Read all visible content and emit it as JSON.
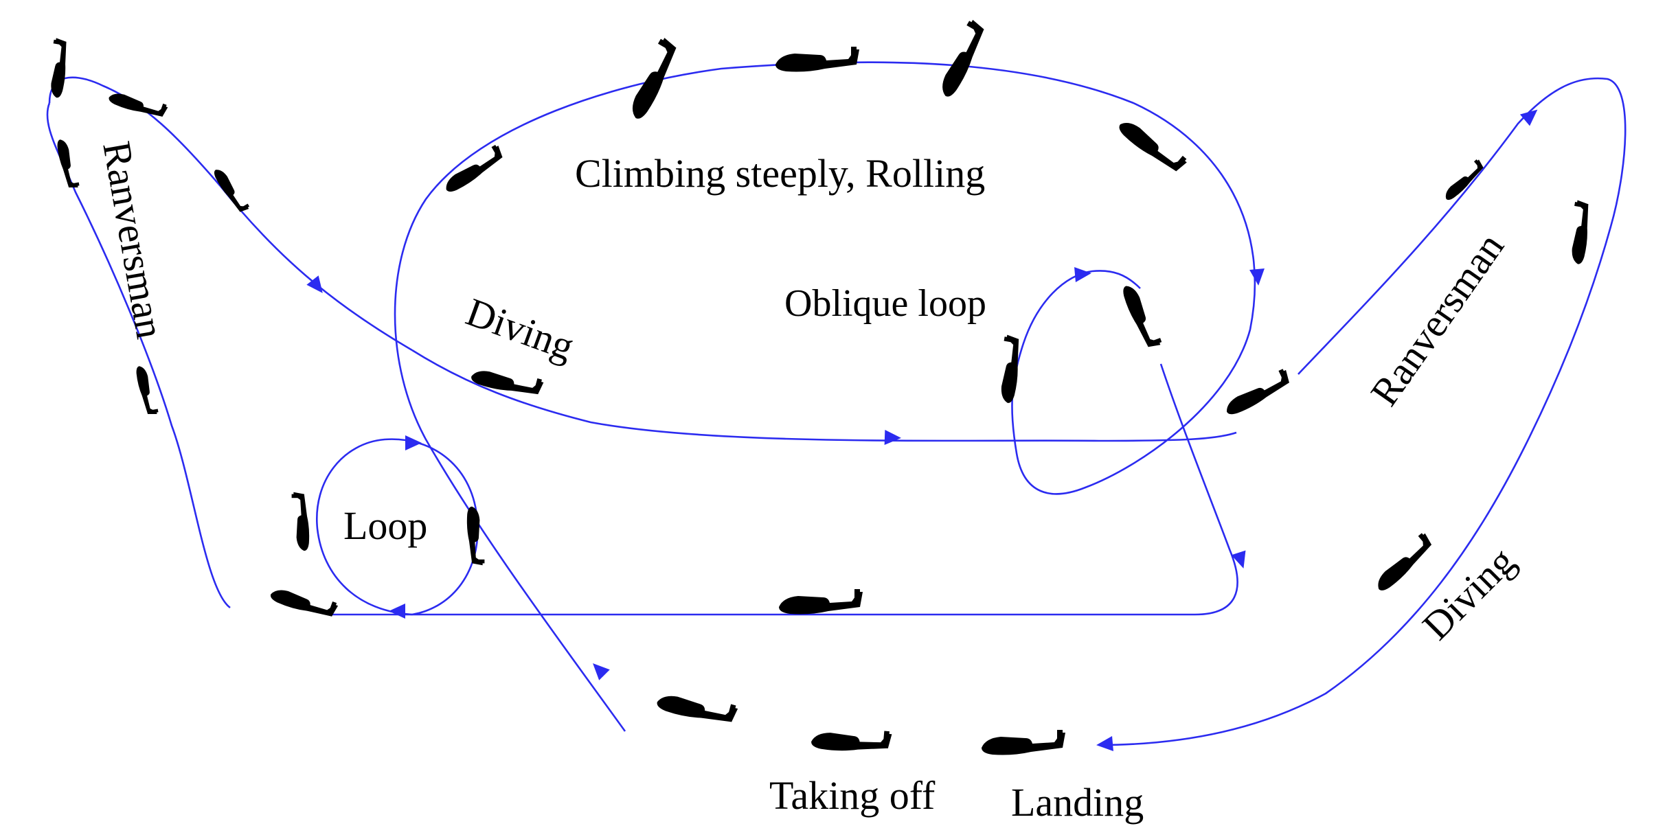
{
  "colors": {
    "path": "#2b2bf0",
    "text": "#000000",
    "helicopter": "#8a8a8a"
  },
  "labels": {
    "ranversman_left": "Ranversman",
    "ranversman_right": "Ranversman",
    "climbing": "Climbing steeply, Rolling",
    "diving_center": "Diving",
    "diving_right": "Diving",
    "oblique_loop": "Oblique loop",
    "loop": "Loop",
    "taking_off": "Taking off",
    "landing": "Landing"
  },
  "icons": {
    "aircraft": "helicopter-icon",
    "direction": "arrow-head-icon"
  }
}
